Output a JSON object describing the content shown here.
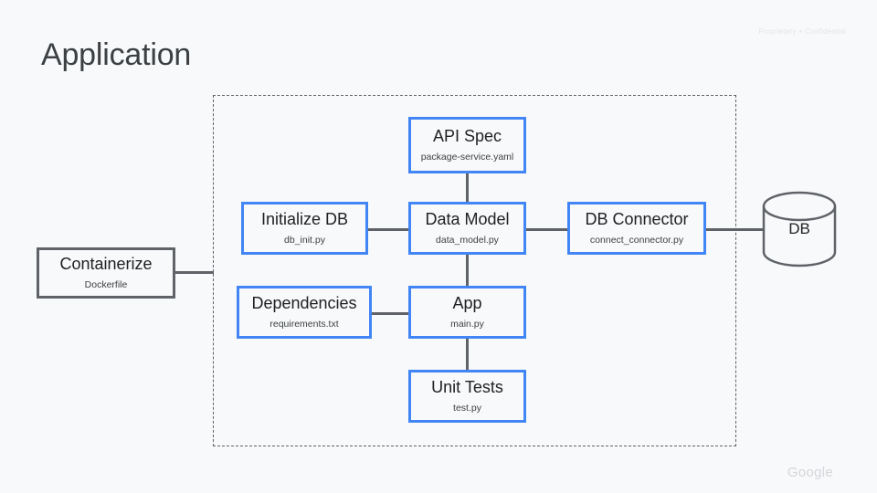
{
  "slide": {
    "title": "Application",
    "confidential": "Proprietary + Confidential",
    "brand": "Google",
    "background_color": "#f8f9fa",
    "accent_color": "#4285f4",
    "line_color": "#5f6368"
  },
  "diagram": {
    "boundary_label": "",
    "nodes": [
      {
        "id": "containerize",
        "title": "Containerize",
        "file": "Dockerfile",
        "border": "#5f6368",
        "inside_boundary": false
      },
      {
        "id": "api-spec",
        "title": "API Spec",
        "file": "package-service.yaml",
        "border": "#4285f4",
        "inside_boundary": true
      },
      {
        "id": "initialize-db",
        "title": "Initialize DB",
        "file": "db_init.py",
        "border": "#4285f4",
        "inside_boundary": true
      },
      {
        "id": "data-model",
        "title": "Data Model",
        "file": "data_model.py",
        "border": "#4285f4",
        "inside_boundary": true
      },
      {
        "id": "db-connector",
        "title": "DB Connector",
        "file": "connect_connector.py",
        "border": "#4285f4",
        "inside_boundary": true
      },
      {
        "id": "dependencies",
        "title": "Dependencies",
        "file": "requirements.txt",
        "border": "#4285f4",
        "inside_boundary": true
      },
      {
        "id": "app",
        "title": "App",
        "file": "main.py",
        "border": "#4285f4",
        "inside_boundary": true
      },
      {
        "id": "unit-tests",
        "title": "Unit Tests",
        "file": "test.py",
        "border": "#4285f4",
        "inside_boundary": true
      }
    ],
    "database": {
      "id": "db",
      "label": "DB",
      "shape": "cylinder"
    },
    "edges": [
      {
        "from": "containerize",
        "to": "app-boundary"
      },
      {
        "from": "api-spec",
        "to": "data-model"
      },
      {
        "from": "initialize-db",
        "to": "data-model"
      },
      {
        "from": "data-model",
        "to": "db-connector"
      },
      {
        "from": "data-model",
        "to": "app"
      },
      {
        "from": "dependencies",
        "to": "app"
      },
      {
        "from": "app",
        "to": "unit-tests"
      },
      {
        "from": "db-connector",
        "to": "db"
      }
    ]
  }
}
